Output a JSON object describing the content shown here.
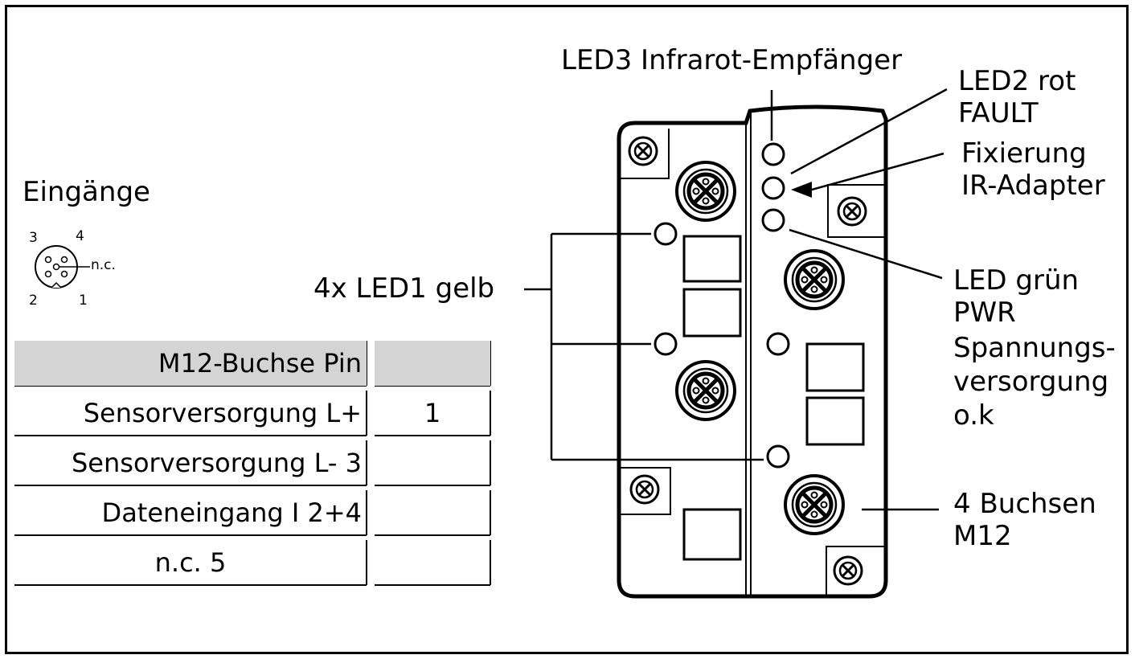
{
  "labels": {
    "inputs_title": "Eingänge",
    "led3": "LED3 Infrarot-Empfänger",
    "led2_line1": "LED2 rot",
    "led2_line2": "FAULT",
    "fix_line1": "Fixierung",
    "fix_line2": "IR-Adapter",
    "led1": "4x LED1 gelb",
    "ledgreen_line1": "LED grün",
    "ledgreen_line2": "PWR",
    "ledgreen_line3": "Spannungs-",
    "ledgreen_line4": "versorgung",
    "ledgreen_line5": "o.k",
    "buchsen_line1": "4 Buchsen",
    "buchsen_line2": "M12"
  },
  "pinout": {
    "pin1": "1",
    "pin2": "2",
    "pin3": "3",
    "pin4": "4",
    "nc": "n.c."
  },
  "table": {
    "header": "M12-Buchse Pin",
    "header_right": "",
    "rows": [
      {
        "left": "Sensorversorgung L+",
        "right": "1"
      },
      {
        "left": "Sensorversorgung L- 3",
        "right": ""
      },
      {
        "left": "Dateneingang I 2+4",
        "right": ""
      },
      {
        "left": "n.c. 5",
        "right": ""
      }
    ]
  },
  "colors": {
    "stroke": "#000000",
    "header_fill": "#d4d4d4",
    "background": "#ffffff"
  }
}
